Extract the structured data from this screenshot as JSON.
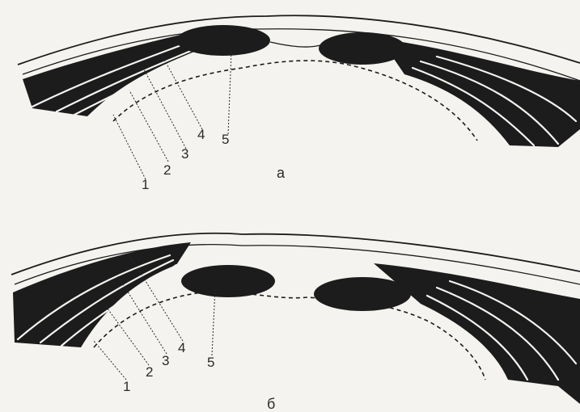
{
  "panels": [
    {
      "caption": "a",
      "callouts": [
        "1",
        "2",
        "3",
        "4",
        "5"
      ]
    },
    {
      "caption": "б",
      "callouts": [
        "1",
        "2",
        "3",
        "4",
        "5"
      ]
    }
  ]
}
